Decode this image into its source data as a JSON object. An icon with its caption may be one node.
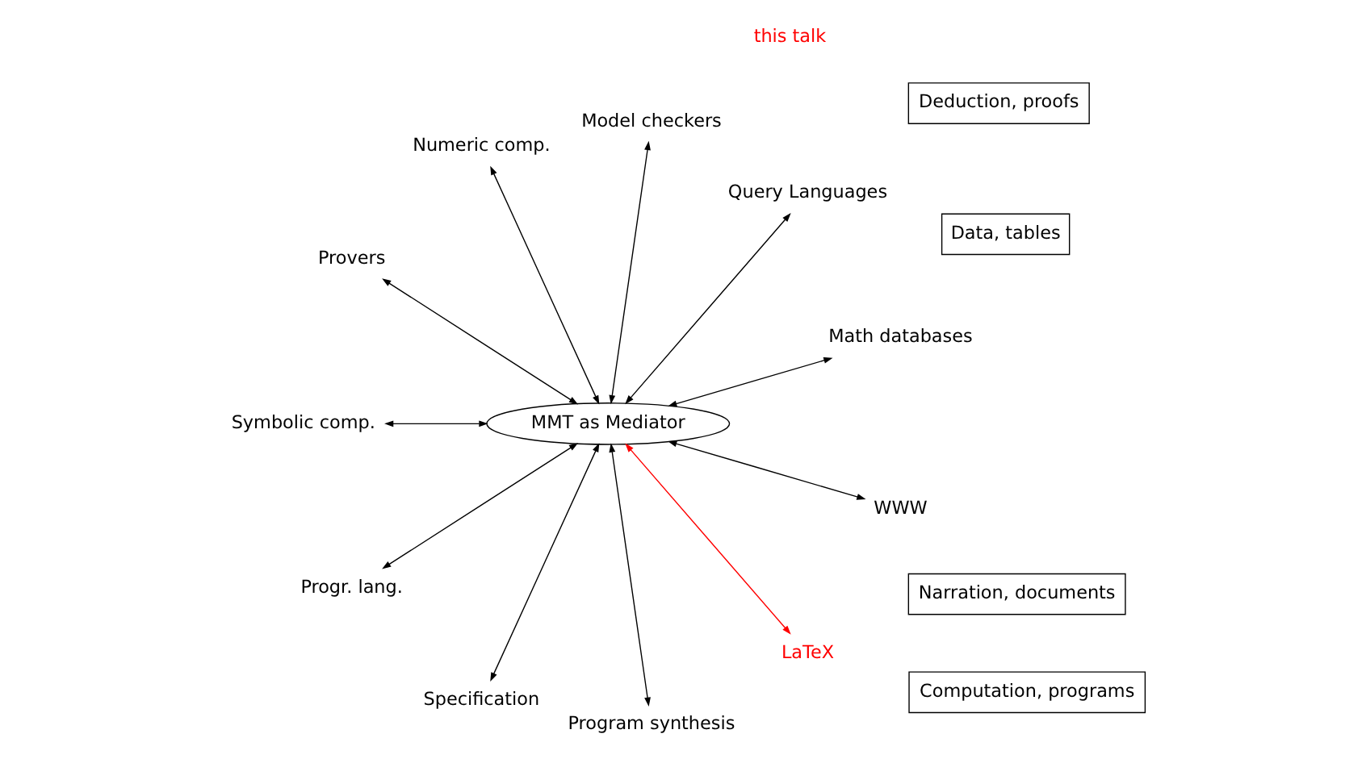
{
  "diagram": {
    "nodes": [
      {
        "text": [
          "Data, tables"
        ]
      },
      {
        "text": [
          "Deduction, proofs"
        ]
      },
      {
        "text": [
          "Computation, programs"
        ]
      },
      {
        "text": [
          "Narration, documents"
        ]
      },
      {
        "text": [
          "MMT as Mediator"
        ]
      },
      {
        "text": [
          "Math databases"
        ]
      },
      {
        "text": [
          "Query Languages"
        ]
      },
      {
        "text": [
          "Model checkers"
        ]
      },
      {
        "text": [
          "Numeric comp."
        ]
      },
      {
        "text": [
          "Provers"
        ]
      },
      {
        "text": [
          "Symbolic comp."
        ]
      },
      {
        "text": [
          "Progr. lang."
        ]
      },
      {
        "text": [
          "Specification"
        ]
      },
      {
        "text": [
          "Program synthesis"
        ]
      },
      {
        "text": [
          "LaTeX"
        ]
      },
      {
        "text": [
          "WWW"
        ]
      }
    ],
    "edges": [
      {
        "from": 4,
        "to": 5,
        "arrow": "both"
      },
      {
        "from": 4,
        "to": 6,
        "arrow": "both"
      },
      {
        "from": 4,
        "to": 7,
        "arrow": "both"
      },
      {
        "from": 4,
        "to": 8,
        "arrow": "both"
      },
      {
        "from": 4,
        "to": 9,
        "arrow": "both"
      },
      {
        "from": 4,
        "to": 10,
        "arrow": "both"
      },
      {
        "from": 4,
        "to": 11,
        "arrow": "both"
      },
      {
        "from": 4,
        "to": 12,
        "arrow": "both"
      },
      {
        "from": 4,
        "to": 13,
        "arrow": "both"
      },
      {
        "from": 4,
        "to": 14,
        "arrow": "both",
        "color": "#ff0000"
      },
      {
        "from": 4,
        "to": 15,
        "arrow": "both"
      }
    ],
    "labels": [
      "this talk"
    ]
  }
}
